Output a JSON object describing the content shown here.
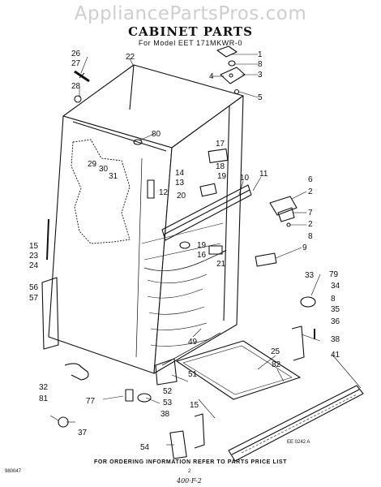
{
  "watermark": "AppliancePartsPros.com",
  "title": "CABINET PARTS",
  "subtitle": "For Model EET 171MKWR-0",
  "drawing_code": "EE 0242 A",
  "footer": "FOR ORDERING INFORMATION REFER TO PARTS PRICE LIST",
  "page_number": "2",
  "doc_number": "980047",
  "handwritten_note": "400·F-2",
  "part_callouts": [
    "1",
    "2",
    "2",
    "3",
    "4",
    "5",
    "6",
    "7",
    "8",
    "8",
    "8",
    "9",
    "10",
    "11",
    "12",
    "13",
    "14",
    "15",
    "15",
    "16",
    "17",
    "18",
    "19",
    "20",
    "21",
    "22",
    "23",
    "24",
    "25",
    "26",
    "27",
    "28",
    "29",
    "30",
    "31",
    "32",
    "33",
    "34",
    "35",
    "36",
    "37",
    "38",
    "38",
    "41",
    "49",
    "51",
    "52",
    "53",
    "54",
    "56",
    "57",
    "77",
    "79",
    "80",
    "81",
    "82"
  ]
}
